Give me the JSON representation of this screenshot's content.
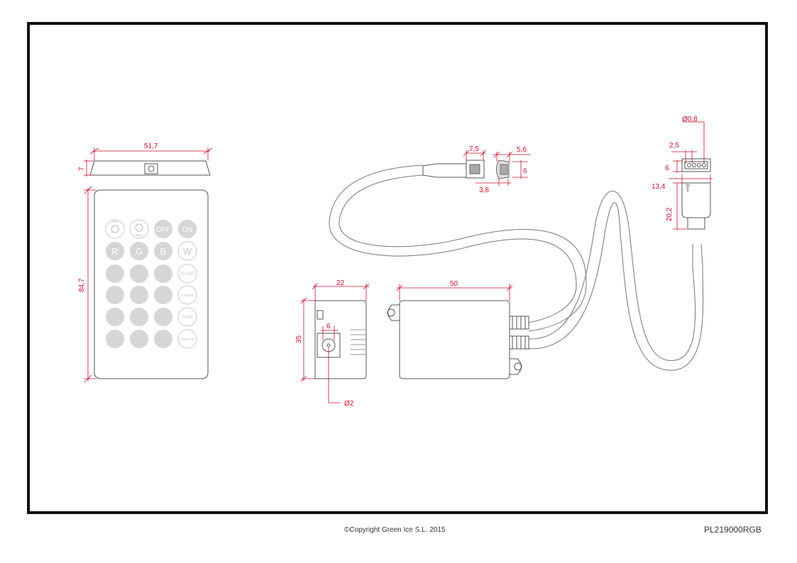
{
  "remote": {
    "width_label": "51,7",
    "thickness_label": "7",
    "height_label": "84,7",
    "buttons": {
      "row1": [
        "",
        "",
        "OFF",
        "ON"
      ],
      "row2": [
        "R",
        "G",
        "B",
        "W"
      ],
      "side_labels": [
        "FLASH",
        "STROBE",
        "FADE",
        "SMOOTH"
      ]
    }
  },
  "connector_top": {
    "length_label": "7,5",
    "width_label": "5,6",
    "height_label": "6",
    "depth_label": "3,8"
  },
  "plug": {
    "pin_diameter_label": "Ø0,8",
    "pitch_label": "2,5",
    "height_label": "6",
    "width_label": "13,4",
    "length_label": "20,2"
  },
  "controller_side": {
    "width_label": "22",
    "height_label": "35",
    "jack_label": "6",
    "hole_label": "Ø2"
  },
  "controller_top": {
    "length_label": "50"
  },
  "footer": {
    "copyright": "©Copyright Green Ice S.L. 2015",
    "part_number": "PL219000RGB"
  },
  "colors": {
    "dimension": "#c8102e",
    "outline": "#555555",
    "button": "#d6d6d6"
  }
}
